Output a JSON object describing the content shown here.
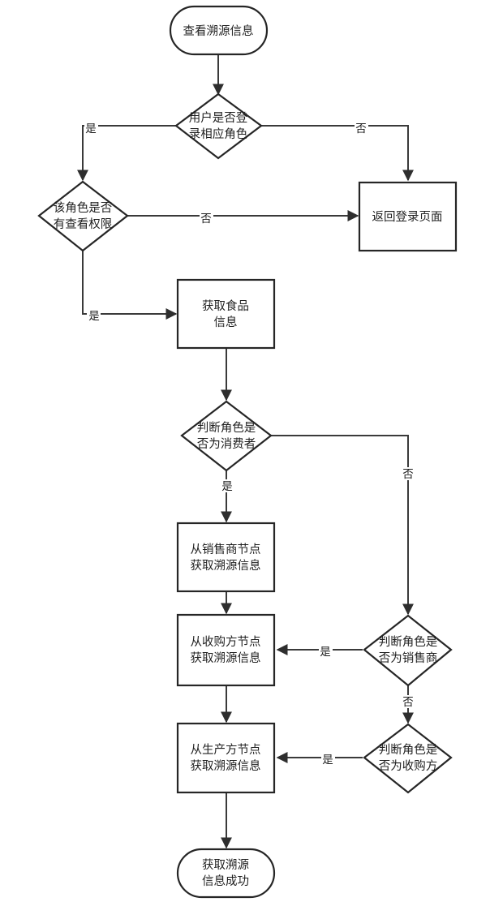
{
  "nodes": {
    "start": "查看溯源信息",
    "d_login": [
      "用户是否登",
      "录相应角色"
    ],
    "d_perm": [
      "该角色是否",
      "有查看权限"
    ],
    "return_login": "返回登录页面",
    "get_food": [
      "获取食品",
      "信息"
    ],
    "d_consumer": [
      "判断角色是",
      "否为消费者"
    ],
    "from_seller": [
      "从销售商节点",
      "获取溯源信息"
    ],
    "from_buyer": [
      "从收购方节点",
      "获取溯源信息"
    ],
    "d_seller": [
      "判断角色是",
      "否为销售商"
    ],
    "from_producer": [
      "从生产方节点",
      "获取溯源信息"
    ],
    "d_buyer": [
      "判断角色是",
      "否为收购方"
    ],
    "end": [
      "获取溯源",
      "信息成功"
    ]
  },
  "edge_labels": {
    "login_yes": "是",
    "login_no": "否",
    "perm_no": "否",
    "perm_yes": "是",
    "consumer_yes": "是",
    "consumer_no": "否",
    "seller_yes": "是",
    "seller_no": "否",
    "buyer_yes": "是"
  }
}
